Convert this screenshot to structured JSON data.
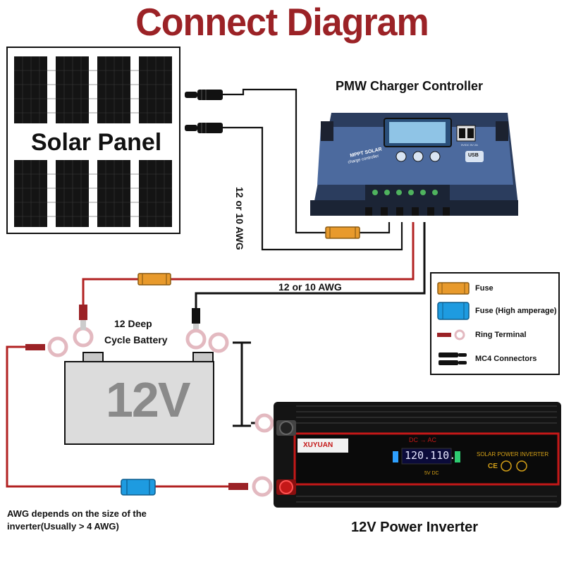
{
  "title": "Connect Diagram",
  "solar_panel": {
    "label": "Solar Panel"
  },
  "controller": {
    "label": "PMW Charger Controller",
    "brand_line1": "MPPT SOLAR",
    "brand_line2": "charge controller",
    "usb": "USB",
    "usb_spec": "5V/DC 5V 2A"
  },
  "wire_labels": {
    "panel_awg": "12 or 10 AWG",
    "battery_awg": "12 or 10 AWG"
  },
  "battery": {
    "label_line1": "12 Deep",
    "label_line2": "Cycle Battery",
    "voltage": "12V"
  },
  "inverter": {
    "label": "12V Power Inverter",
    "brand": "XUYUAN",
    "display_text": "120.110.",
    "top_text": "DC → AC",
    "solar_text": "SOLAR POWER INVERTER",
    "usb_text": "5V DC",
    "ce": "CE"
  },
  "awg_note": {
    "line1": "AWG depends on the size of the",
    "line2": "inverter(Usually > 4 AWG)"
  },
  "legend": {
    "items": [
      {
        "label": "Fuse",
        "icon": "fuse-icon",
        "color": "#e89a2c"
      },
      {
        "label": "Fuse (High amperage)",
        "icon": "fuse-high-amperage-icon",
        "color": "#1e9be0"
      },
      {
        "label": "Ring Terminal",
        "icon": "ring-terminal-icon",
        "color": "#9b2226"
      },
      {
        "label": "MC4 Connectors",
        "icon": "mc4-connector-icon",
        "color": "#111111"
      }
    ]
  },
  "colors": {
    "title": "#9b2226",
    "red_wire": "#b22222",
    "black_wire": "#111111",
    "fuse": "#e89a2c",
    "fuse_high": "#1e9be0",
    "controller_blue": "#3b5b8f"
  }
}
